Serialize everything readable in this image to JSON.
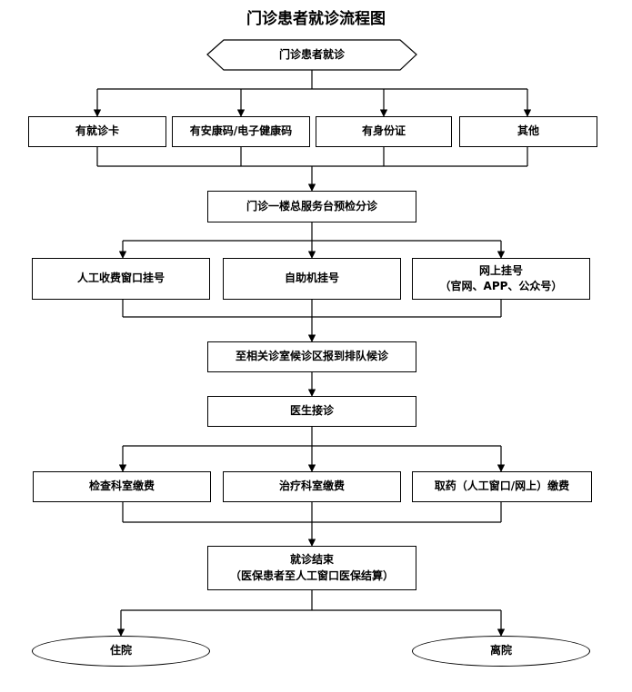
{
  "title": "门诊患者就诊流程图",
  "start": "门诊患者就诊",
  "id_options": [
    "有就诊卡",
    "有安康码/电子健康码",
    "有身份证",
    "其他"
  ],
  "pre_check": "门诊一楼总服务台预检分诊",
  "registration": {
    "manual": "人工收费窗口挂号",
    "self_service": "自助机挂号",
    "online": "网上挂号",
    "online_note": "（官网、APP、公众号）"
  },
  "waiting": "至相关诊室候诊区报到排队候诊",
  "doctor": "医生接诊",
  "payment": [
    "检查科室缴费",
    "治疗科室缴费",
    "取药（人工窗口/网上）缴费"
  ],
  "end": {
    "label": "就诊结束",
    "note": "（医保患者至人工窗口医保结算）"
  },
  "outcomes": [
    "住院",
    "离院"
  ]
}
